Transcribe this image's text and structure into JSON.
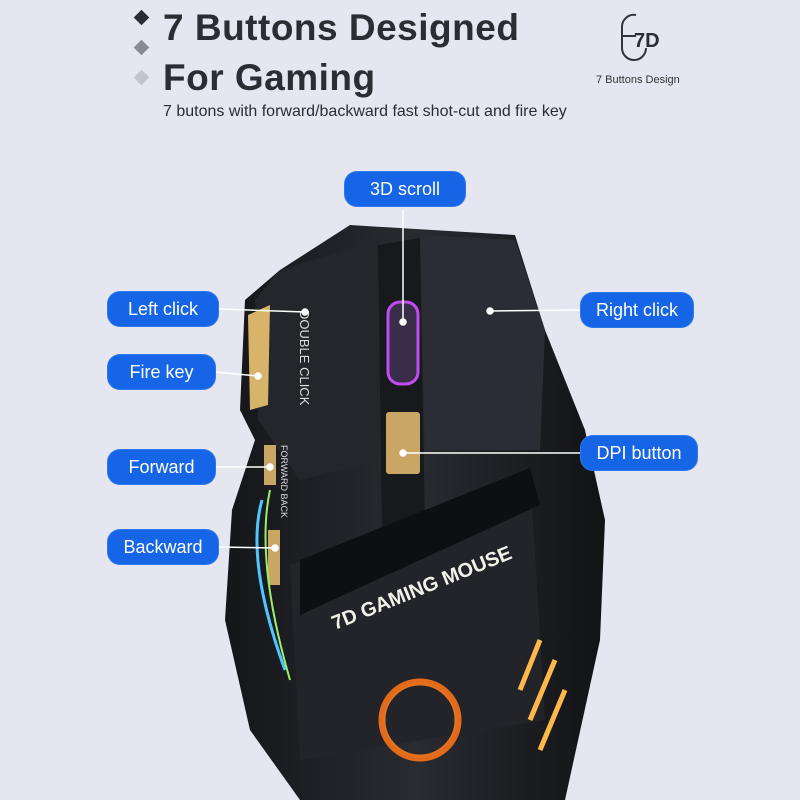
{
  "header": {
    "title_line1": "7 Buttons Designed",
    "title_line2": "For Gaming",
    "subtitle": "7 butons with forward/backward fast shot-cut and fire key"
  },
  "badge": {
    "icon": "mouse-7d-icon",
    "icon_text": "7D",
    "caption": "7 Buttons Design"
  },
  "callouts": {
    "scroll": "3D scroll",
    "left_click": "Left click",
    "fire_key": "Fire key",
    "forward": "Forward",
    "backward": "Backward",
    "right_click": "Right click",
    "dpi": "DPI button"
  },
  "mouse_print": {
    "double_click": "DOUBLE CLICK",
    "forward_back": "FORWARD BACK",
    "brand": "7D GAMING MOUSE"
  },
  "colors": {
    "accent": "#1565e6",
    "background": "#e5e6ef",
    "mouse": "#1c1d22"
  }
}
